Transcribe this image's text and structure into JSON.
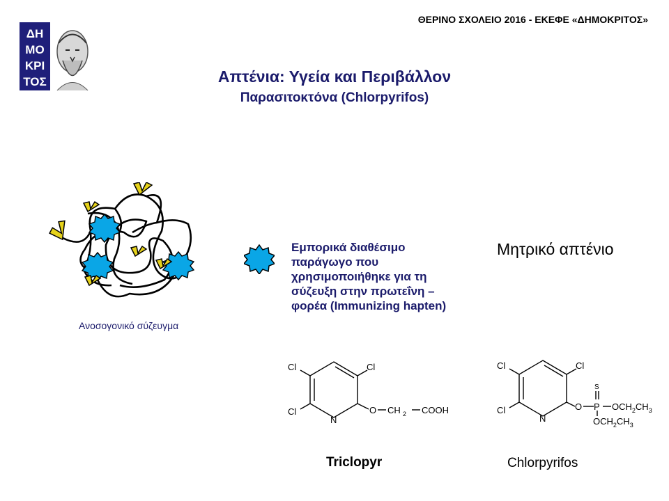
{
  "header": {
    "text": "ΘΕΡΙΝΟ ΣΧΟΛΕΙΟ 2016 - ΕΚΕΦΕ «ΔΗΜΟΚΡΙΤΟΣ»"
  },
  "logo": {
    "text": "ΔΗΜΟΚΡΙΤΟΣ",
    "color": "#1f1f7a"
  },
  "slide": {
    "title": "Απτένια: Υγεία και Περιβάλλον",
    "subtitle": "Παρασιτοκτόνα (Chlorpyrifos)"
  },
  "conjugate": {
    "label": "Ανοσογονικό σύζευγμα"
  },
  "immunizing_hapten": {
    "description": "Εμπορικά διαθέσιμο παράγωγο που χρησιμοποιήθηκε για τη σύζευξη στην πρωτεΐνη – φορέα (Immunizing hapten)"
  },
  "parent_hapten": {
    "label": "Μητρικό απτένιο"
  },
  "molecules": {
    "triclopyr": {
      "name": "Triclopyr",
      "cl1": "Cl",
      "cl2": "Cl",
      "cl3": "Cl",
      "n": "N",
      "chain_o": "O",
      "chain_ch2": "CH",
      "chain_sub": "2",
      "chain_cooh": "COOH"
    },
    "chlorpyrifos": {
      "name": "Chlorpyrifos",
      "cl1": "Cl",
      "cl2": "Cl",
      "cl3": "Cl",
      "n": "N",
      "o1": "O",
      "p": "P",
      "s": "S",
      "oet1": "OCH",
      "oet1_sub": "2",
      "oet1_tail": "CH",
      "oet1_sub2": "3",
      "oet2": "OCH",
      "oet2_sub": "2",
      "oet2_tail": "CH",
      "oet2_sub2": "3"
    }
  },
  "colors": {
    "title": "#1b1b6b",
    "hapten_fill": "#0aa6e6",
    "marker": "#e6d21a"
  }
}
